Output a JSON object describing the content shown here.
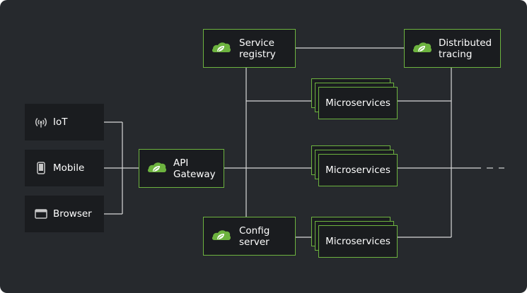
{
  "clients": [
    {
      "label": "IoT",
      "icon": "antenna-icon"
    },
    {
      "label": "Mobile",
      "icon": "mobile-phone-icon"
    },
    {
      "label": "Browser",
      "icon": "browser-window-icon"
    }
  ],
  "gateway": {
    "label": "API\nGateway",
    "icon": "spring-leaf-icon"
  },
  "service_registry": {
    "label": "Service\nregistry",
    "icon": "spring-leaf-icon"
  },
  "distributed_tracing": {
    "label": "Distributed\ntracing",
    "icon": "spring-leaf-icon"
  },
  "config_server": {
    "label": "Config\nserver",
    "icon": "spring-leaf-icon"
  },
  "microservices": [
    {
      "label": "Microservices"
    },
    {
      "label": "Microservices"
    },
    {
      "label": "Microservices"
    }
  ],
  "colors": {
    "background": "#26292d",
    "box_fill": "#1a1c1f",
    "accent_green": "#6db33f",
    "connector": "#d8d8d8",
    "client_icon": "#c8c8c8"
  }
}
